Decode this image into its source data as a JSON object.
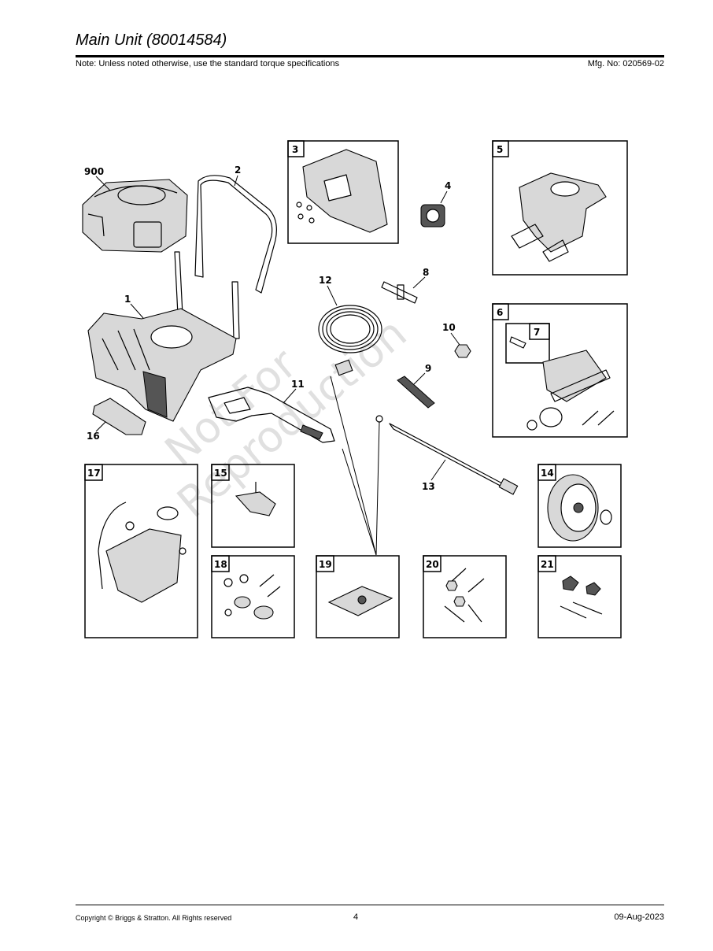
{
  "header": {
    "title": "Main Unit (80014584)",
    "note": "Note: Unless noted otherwise, use the standard torque specifications",
    "mfg": "Mfg. No: 020569-02"
  },
  "watermark": {
    "line1": "Not For",
    "line2": "Reproduction"
  },
  "callouts": {
    "c900": "900",
    "c1": "1",
    "c2": "2",
    "c3": "3",
    "c4": "4",
    "c5": "5",
    "c6": "6",
    "c7": "7",
    "c8": "8",
    "c9": "9",
    "c10": "10",
    "c11": "11",
    "c12": "12",
    "c13": "13",
    "c14": "14",
    "c15": "15",
    "c16": "16",
    "c17": "17",
    "c18": "18",
    "c19": "19",
    "c20": "20",
    "c21": "21"
  },
  "footer": {
    "copyright": "Copyright ©  Briggs & Stratton. All Rights reserved",
    "page": "4",
    "date": "09-Aug-2023"
  }
}
